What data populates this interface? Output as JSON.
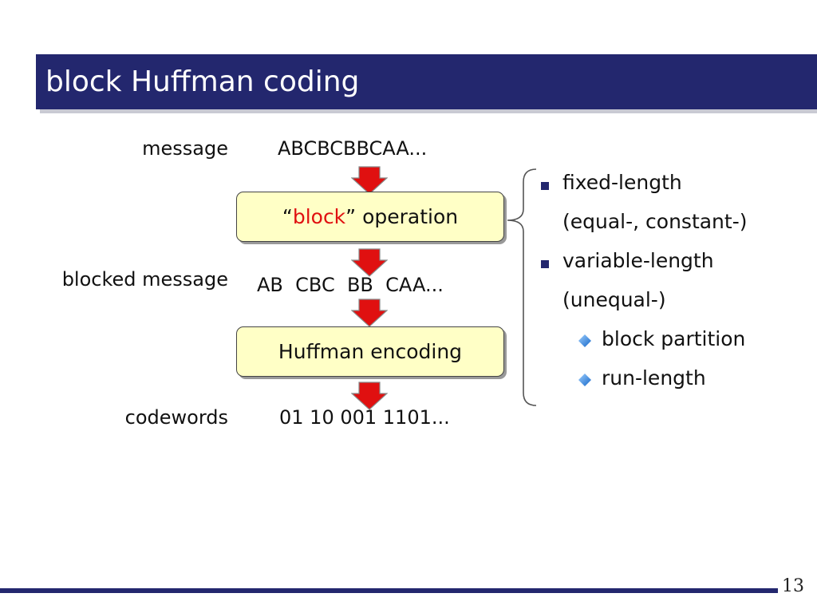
{
  "title": "block Huffman coding",
  "flow": {
    "message_label": "message",
    "message_value": "ABCBCBBCAA...",
    "block_op": {
      "quote_open": "“",
      "keyword": "block",
      "quote_close": "”",
      "rest": " operation"
    },
    "blocked_label": "blocked message",
    "blocked_value": "AB  CBC  BB  CAA...",
    "encoding_box": "Huffman encoding",
    "codewords_label": "codewords",
    "codewords_value": "01 10 001 1101..."
  },
  "options": {
    "items": [
      {
        "line1": "fixed-length",
        "line2": "(equal-, constant-)"
      },
      {
        "line1": "variable-length",
        "line2": "(unequal-)"
      }
    ],
    "sub_items": [
      "block partition",
      "run-length"
    ]
  },
  "page_number": "13",
  "colors": {
    "title_bar": "#23276e",
    "box_fill": "#ffffc6",
    "arrow_red": "#e01010",
    "keyword_red": "#e01010",
    "bullet_square": "#23276e",
    "bullet_diamond": "#1a7be0"
  }
}
